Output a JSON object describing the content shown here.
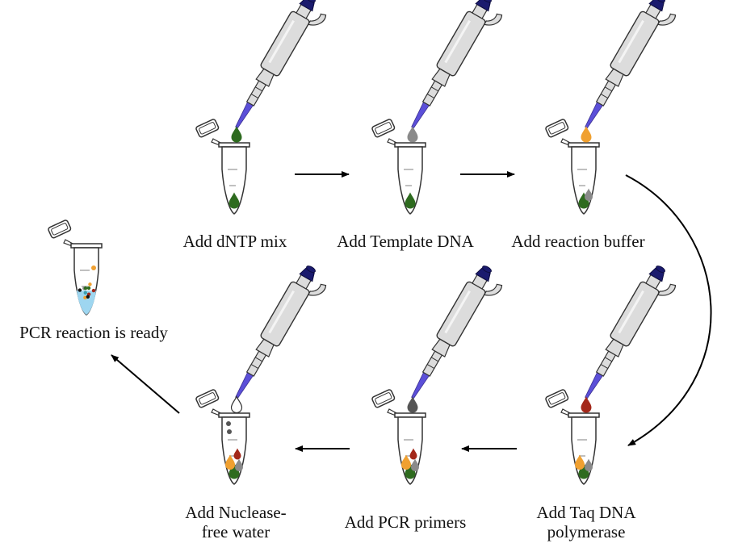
{
  "diagram": {
    "steps": [
      {
        "label": "Add dNTP mix",
        "drop_color": "#2e6b1f",
        "tube_contents": [
          "#2e6b1f"
        ]
      },
      {
        "label": "Add Template DNA",
        "drop_color": "#8a8a8a",
        "tube_contents": [
          "#2e6b1f"
        ]
      },
      {
        "label": "Add reaction buffer",
        "drop_color": "#f0a030",
        "tube_contents": [
          "#2e6b1f",
          "#8a8a8a"
        ]
      },
      {
        "label_lines": [
          "Add Taq DNA",
          "polymerase"
        ],
        "drop_color": "#a3281a",
        "tube_contents": [
          "#2e6b1f",
          "#8a8a8a",
          "#f0a030"
        ]
      },
      {
        "label": "Add PCR primers",
        "drop_color": "#555555",
        "tube_contents": [
          "#2e6b1f",
          "#8a8a8a",
          "#f0a030",
          "#a3281a"
        ]
      },
      {
        "label_lines": [
          "Add Nuclease-",
          "free water"
        ],
        "drop_color": "#ffffff",
        "tube_contents": [
          "#2e6b1f",
          "#8a8a8a",
          "#f0a030",
          "#a3281a",
          "#555555"
        ]
      }
    ],
    "final": {
      "label": "PCR reaction is ready"
    },
    "colors": {
      "pipette_body": "#dcdcdc",
      "pipette_plunger": "#1a1a6e",
      "pipette_tip": "#5b4fd8",
      "outline": "#333333",
      "arrow": "#000000",
      "water": "#9ed6f0"
    }
  }
}
